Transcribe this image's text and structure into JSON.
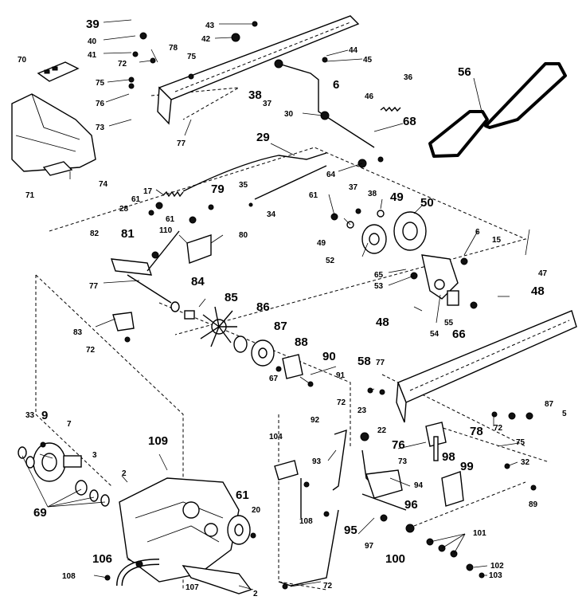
{
  "diagram": {
    "callouts": [
      {
        "id": "c39",
        "text": "39",
        "big": true
      },
      {
        "id": "c40",
        "text": "40"
      },
      {
        "id": "c41",
        "text": "41"
      },
      {
        "id": "c43",
        "text": "43"
      },
      {
        "id": "c42",
        "text": "42"
      },
      {
        "id": "c70",
        "text": "70"
      },
      {
        "id": "c78a",
        "text": "78"
      },
      {
        "id": "c72a",
        "text": "72"
      },
      {
        "id": "c75a",
        "text": "75"
      },
      {
        "id": "c75b",
        "text": "75"
      },
      {
        "id": "c76a",
        "text": "76"
      },
      {
        "id": "c73a",
        "text": "73"
      },
      {
        "id": "c77a",
        "text": "77"
      },
      {
        "id": "c44",
        "text": "44"
      },
      {
        "id": "c45",
        "text": "45"
      },
      {
        "id": "c38a",
        "text": "38",
        "big": true
      },
      {
        "id": "c37a",
        "text": "37"
      },
      {
        "id": "c6a",
        "text": "6",
        "big": true
      },
      {
        "id": "c36",
        "text": "36"
      },
      {
        "id": "c56",
        "text": "56",
        "big": true
      },
      {
        "id": "c30",
        "text": "30"
      },
      {
        "id": "c46",
        "text": "46"
      },
      {
        "id": "c68",
        "text": "68",
        "big": true
      },
      {
        "id": "c29",
        "text": "29",
        "big": true
      },
      {
        "id": "c64",
        "text": "64"
      },
      {
        "id": "c37b",
        "text": "37"
      },
      {
        "id": "c38b",
        "text": "38"
      },
      {
        "id": "c71",
        "text": "71"
      },
      {
        "id": "c74",
        "text": "74"
      },
      {
        "id": "c17",
        "text": "17"
      },
      {
        "id": "c61a",
        "text": "61"
      },
      {
        "id": "c28",
        "text": "28"
      },
      {
        "id": "c79",
        "text": "79",
        "big": true
      },
      {
        "id": "c35",
        "text": "35"
      },
      {
        "id": "c34",
        "text": "34"
      },
      {
        "id": "c61b",
        "text": "61"
      },
      {
        "id": "c49a",
        "text": "49",
        "big": true
      },
      {
        "id": "c50",
        "text": "50",
        "big": true
      },
      {
        "id": "c61c",
        "text": "61"
      },
      {
        "id": "c110",
        "text": "110"
      },
      {
        "id": "c80",
        "text": "80"
      },
      {
        "id": "c82",
        "text": "82"
      },
      {
        "id": "c81a",
        "text": "81",
        "big": true
      },
      {
        "id": "c49b",
        "text": "49"
      },
      {
        "id": "c6b",
        "text": "6"
      },
      {
        "id": "c15",
        "text": "15"
      },
      {
        "id": "c47",
        "text": "47"
      },
      {
        "id": "c52",
        "text": "52"
      },
      {
        "id": "c65",
        "text": "65"
      },
      {
        "id": "c53",
        "text": "53"
      },
      {
        "id": "c48a",
        "text": "48",
        "big": true
      },
      {
        "id": "c77b",
        "text": "77"
      },
      {
        "id": "c84",
        "text": "84",
        "big": true
      },
      {
        "id": "c85",
        "text": "85",
        "big": true
      },
      {
        "id": "c86",
        "text": "86",
        "big": true
      },
      {
        "id": "c48b",
        "text": "48",
        "big": true
      },
      {
        "id": "c54",
        "text": "54"
      },
      {
        "id": "c55",
        "text": "55"
      },
      {
        "id": "c66",
        "text": "66",
        "big": true
      },
      {
        "id": "c83",
        "text": "83"
      },
      {
        "id": "c72b",
        "text": "72"
      },
      {
        "id": "c87a",
        "text": "87",
        "big": true
      },
      {
        "id": "c88",
        "text": "88",
        "big": true
      },
      {
        "id": "c90",
        "text": "90",
        "big": true
      },
      {
        "id": "c67a",
        "text": "67"
      },
      {
        "id": "c91",
        "text": "91"
      },
      {
        "id": "c58",
        "text": "58",
        "big": true
      },
      {
        "id": "c77c",
        "text": "77"
      },
      {
        "id": "c87b",
        "text": "87"
      },
      {
        "id": "c5",
        "text": "5"
      },
      {
        "id": "c33",
        "text": "33"
      },
      {
        "id": "c9",
        "text": "9",
        "big": true
      },
      {
        "id": "c7",
        "text": "7"
      },
      {
        "id": "c109",
        "text": "109",
        "big": true
      },
      {
        "id": "c72c",
        "text": "72"
      },
      {
        "id": "c92",
        "text": "92"
      },
      {
        "id": "c23",
        "text": "23"
      },
      {
        "id": "c78b",
        "text": "78",
        "big": true
      },
      {
        "id": "c72d",
        "text": "72"
      },
      {
        "id": "c76b",
        "text": "76",
        "big": true
      },
      {
        "id": "c75c",
        "text": "75"
      },
      {
        "id": "c22",
        "text": "22"
      },
      {
        "id": "c104",
        "text": "104"
      },
      {
        "id": "c93",
        "text": "93"
      },
      {
        "id": "c73b",
        "text": "73"
      },
      {
        "id": "c98",
        "text": "98",
        "big": true
      },
      {
        "id": "c99",
        "text": "99",
        "big": true
      },
      {
        "id": "c32",
        "text": "32"
      },
      {
        "id": "c3",
        "text": "3"
      },
      {
        "id": "c2a",
        "text": "2"
      },
      {
        "id": "c94",
        "text": "94"
      },
      {
        "id": "c69",
        "text": "69",
        "big": true
      },
      {
        "id": "c61d",
        "text": "61",
        "big": true
      },
      {
        "id": "c20",
        "text": "20"
      },
      {
        "id": "c108a",
        "text": "108"
      },
      {
        "id": "c96",
        "text": "96",
        "big": true
      },
      {
        "id": "c89",
        "text": "89"
      },
      {
        "id": "c95",
        "text": "95",
        "big": true
      },
      {
        "id": "c97",
        "text": "97"
      },
      {
        "id": "c101",
        "text": "101"
      },
      {
        "id": "c106",
        "text": "106",
        "big": true
      },
      {
        "id": "c100",
        "text": "100",
        "big": true
      },
      {
        "id": "c108b",
        "text": "108"
      },
      {
        "id": "c107",
        "text": "107"
      },
      {
        "id": "c2b",
        "text": "2"
      },
      {
        "id": "c72e",
        "text": "72"
      },
      {
        "id": "c102",
        "text": "102"
      },
      {
        "id": "c103",
        "text": "103"
      }
    ]
  }
}
